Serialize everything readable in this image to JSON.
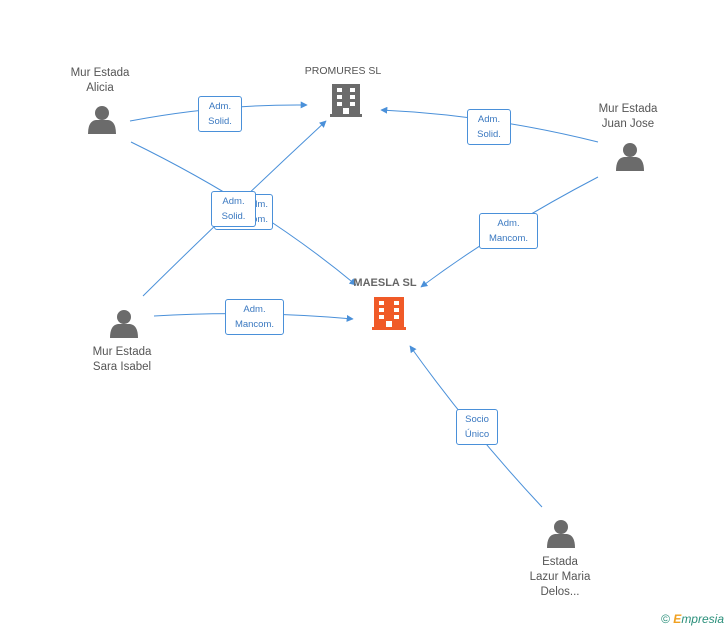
{
  "colors": {
    "edge": "#4a90d9",
    "person_icon": "#6b6b6b",
    "company_icon": "#6b6b6b",
    "main_company_icon": "#f05a28"
  },
  "companies": {
    "promures": {
      "name": "PROMURES SL",
      "icon": "building-icon"
    },
    "maesla": {
      "name": "MAESLA SL",
      "icon": "building-icon"
    }
  },
  "persons": {
    "alicia": {
      "line1": "Mur Estada",
      "line2": "Alicia",
      "line3": "",
      "icon": "person-icon"
    },
    "juanjose": {
      "line1": "Mur Estada",
      "line2": "Juan Jose",
      "line3": "",
      "icon": "person-icon"
    },
    "sara": {
      "line1": "Mur Estada",
      "line2": "Sara Isabel",
      "line3": "",
      "icon": "person-icon"
    },
    "lazur": {
      "line1": "Estada",
      "line2": "Lazur Maria",
      "line3": "Delos...",
      "icon": "person-icon"
    }
  },
  "edges": {
    "alicia_promures": {
      "line1": "Adm.",
      "line2": "Solid."
    },
    "juanjose_promures": {
      "line1": "Adm.",
      "line2": "Solid."
    },
    "juanjose_maesla": {
      "line1": "Adm.",
      "line2": "Mancom."
    },
    "alicia_maesla": {
      "line1": "Adm.",
      "line2": "Mancom."
    },
    "sara_promures": {
      "line1": "Adm.",
      "line2": "Solid."
    },
    "sara_maesla": {
      "line1": "Adm.",
      "line2": "Mancom."
    },
    "lazur_maesla": {
      "line1": "Socio",
      "line2": "Único"
    }
  },
  "watermark": {
    "copyright": "©",
    "brand_initial": "E",
    "brand_rest": "mpresia"
  }
}
